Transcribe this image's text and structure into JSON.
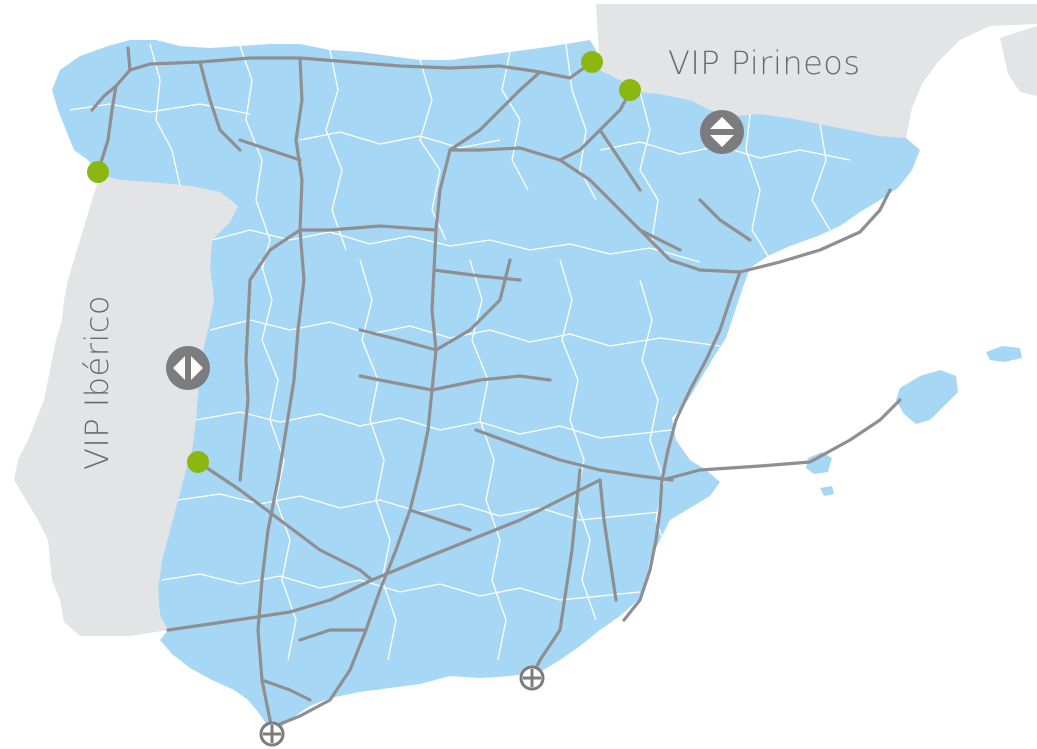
{
  "labels": {
    "vip_pirineos": "VIP Pirineos",
    "vip_iberico": "VIP Ibérico"
  },
  "colors": {
    "spain_fill": "#a6d8f5",
    "neighbor_fill": "#e3e4e6",
    "region_border": "#ffffff",
    "pipeline": "#8f8f92",
    "interconnection_point": "#8cb711",
    "vip_icon": "#7c7c7f",
    "label_text": "#6a6a6a"
  },
  "icons": {
    "vip_pirineos": "vertical-bidirectional-arrow-icon",
    "vip_iberico": "horizontal-bidirectional-arrow-icon",
    "lng_terminal": "crosshair-circle-icon"
  },
  "interconnection_points": [
    "tuy",
    "irun",
    "larrau",
    "badajoz"
  ],
  "terminals": [
    "almeria",
    "tarifa"
  ]
}
